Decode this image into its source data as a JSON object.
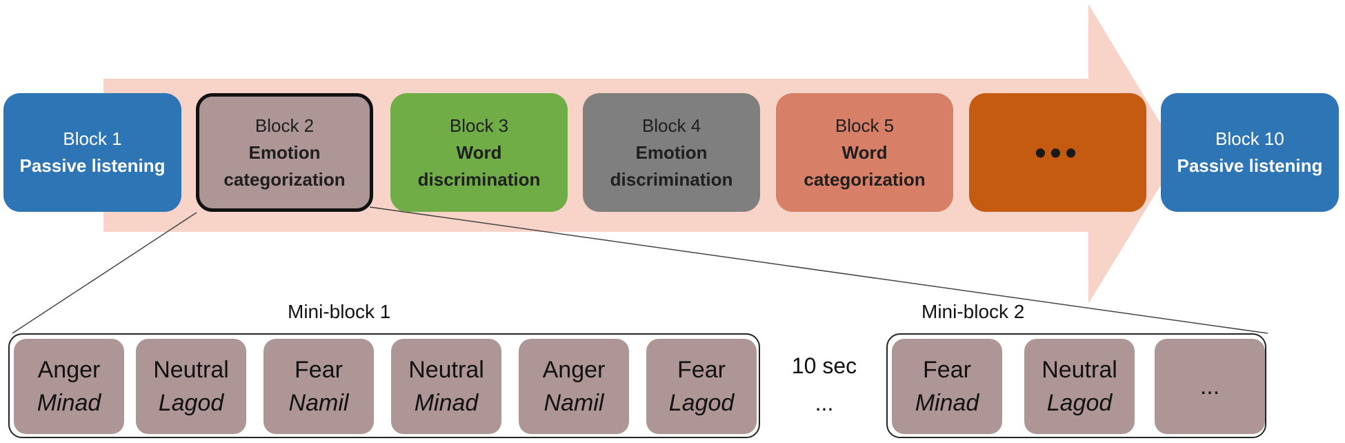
{
  "colors": {
    "arrow": "#f8d3c7",
    "passive": "#2e75b6",
    "emotion_cat": "#ae9696",
    "word_disc": "#70ad47",
    "emotion_disc": "#7f7f7f",
    "word_cat": "#d87f67",
    "more": "#c55a11",
    "trial": "#ae9696"
  },
  "blocks": [
    {
      "label": "Block 1",
      "task_lines": [
        "Passive listening"
      ]
    },
    {
      "label": "Block 2",
      "task_lines": [
        "Emotion",
        "categorization"
      ]
    },
    {
      "label": "Block 3",
      "task_lines": [
        "Word",
        "discrimination"
      ]
    },
    {
      "label": "Block 4",
      "task_lines": [
        "Emotion",
        "discrimination"
      ]
    },
    {
      "label": "Block 5",
      "task_lines": [
        "Word",
        "categorization"
      ]
    },
    {
      "label": "",
      "task_lines": [
        "•••"
      ]
    },
    {
      "label": "Block 10",
      "task_lines": [
        "Passive listening"
      ]
    }
  ],
  "mini_blocks": [
    {
      "title": "Mini-block 1",
      "trials": [
        {
          "emotion": "Anger",
          "word": "Minad"
        },
        {
          "emotion": "Neutral",
          "word": "Lagod"
        },
        {
          "emotion": "Fear",
          "word": "Namil"
        },
        {
          "emotion": "Neutral",
          "word": "Minad"
        },
        {
          "emotion": "Anger",
          "word": "Namil"
        },
        {
          "emotion": "Fear",
          "word": "Lagod"
        }
      ]
    },
    {
      "title": "Mini-block 2",
      "trials": [
        {
          "emotion": "Fear",
          "word": "Minad"
        },
        {
          "emotion": "Neutral",
          "word": "Lagod"
        },
        {
          "emotion": "...",
          "word": ""
        }
      ]
    }
  ],
  "interval": {
    "duration": "10 sec",
    "ellipsis": "..."
  }
}
